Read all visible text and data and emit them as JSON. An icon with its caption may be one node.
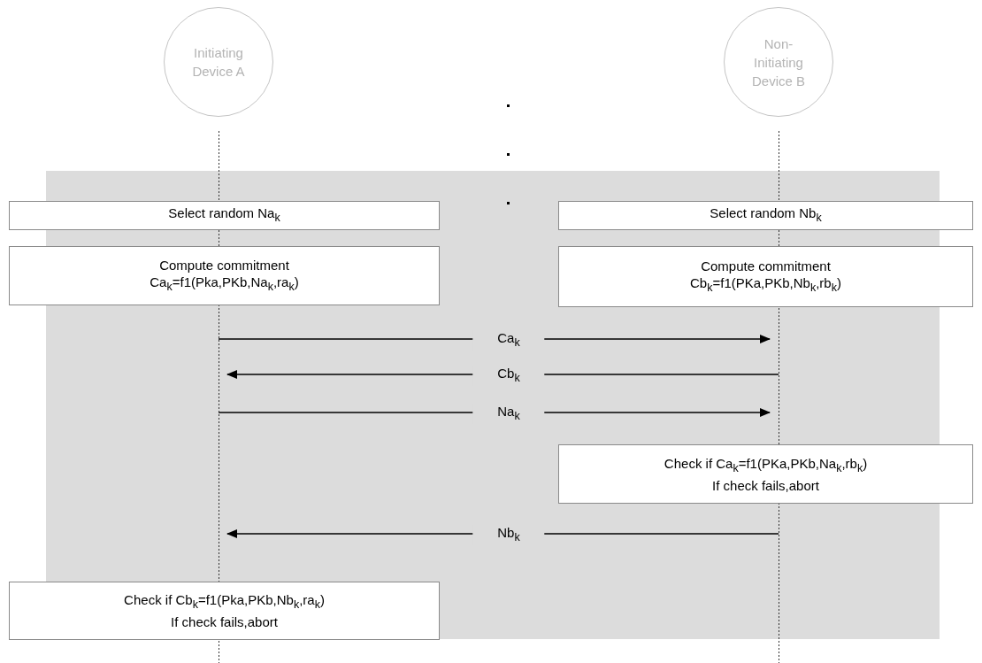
{
  "diagram": {
    "nodes": [
      {
        "text": [
          "Initiating Device A"
        ]
      },
      {
        "text": [
          "Non-Initiating Device B"
        ]
      },
      {
        "text": [
          "Select random Na$_{k}$"
        ]
      },
      {
        "text": [
          "Select random Nb$_{k}$"
        ]
      },
      {
        "text": [
          "Compute commitment",
          "Ca$_{k}$=f1(Pka,PKb,Na$_{k}$,ra$_{k}$)"
        ]
      },
      {
        "text": [
          "Compute commitment",
          "Cb$_{k}$=f1(PKa,PKb,Nb$_{k}$,rb$_{k}$)"
        ]
      },
      {
        "text": [
          "Check if  Ca$_{k}$=f1(PKa,PKb,Na$_{k}$,rb$_{k}$)",
          "If check fails,abort"
        ]
      },
      {
        "text": [
          "Check if  Cb$_{k}$=f1(Pka,PKb,Nb$_{k}$,ra$_{k}$)",
          "If check fails,abort"
        ]
      }
    ],
    "edges": [
      {
        "from": 0,
        "to": 1,
        "arrow": "to",
        "label": "Ca$_{k}$"
      },
      {
        "from": 1,
        "to": 0,
        "arrow": "to",
        "label": "Cb$_{k}$"
      },
      {
        "from": 0,
        "to": 1,
        "arrow": "to",
        "label": "Na$_{k}$"
      },
      {
        "from": 1,
        "to": 0,
        "arrow": "to",
        "label": "Nb$_{k}$"
      }
    ]
  }
}
